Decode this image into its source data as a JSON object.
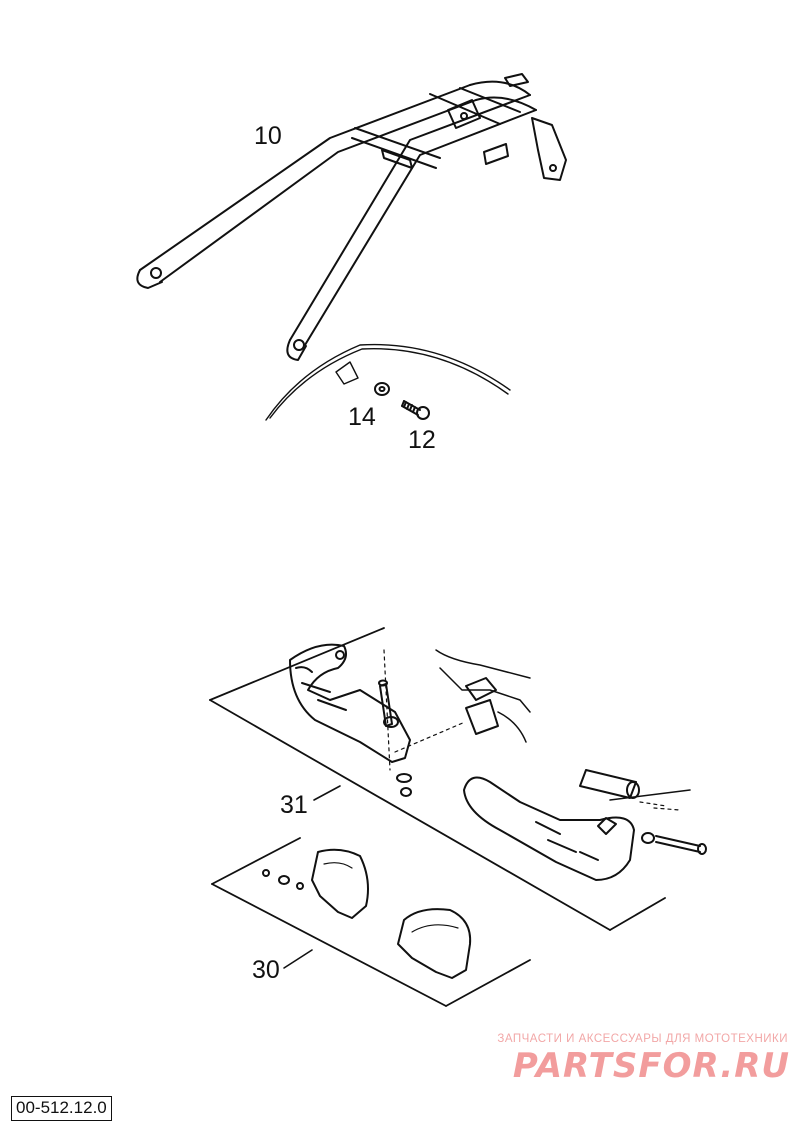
{
  "callouts": {
    "rack": "10",
    "washer": "14",
    "bolt": "12",
    "handguard_set": "31",
    "handguard_covers": "30"
  },
  "watermark": {
    "tagline": "ЗАПЧАСТИ И АКСЕССУАРЫ ДЛЯ МОТОТЕХНИКИ",
    "brand": "PARTSFOR.RU",
    "color": "#f08c8c"
  },
  "figure_code": "00-512.12.0"
}
